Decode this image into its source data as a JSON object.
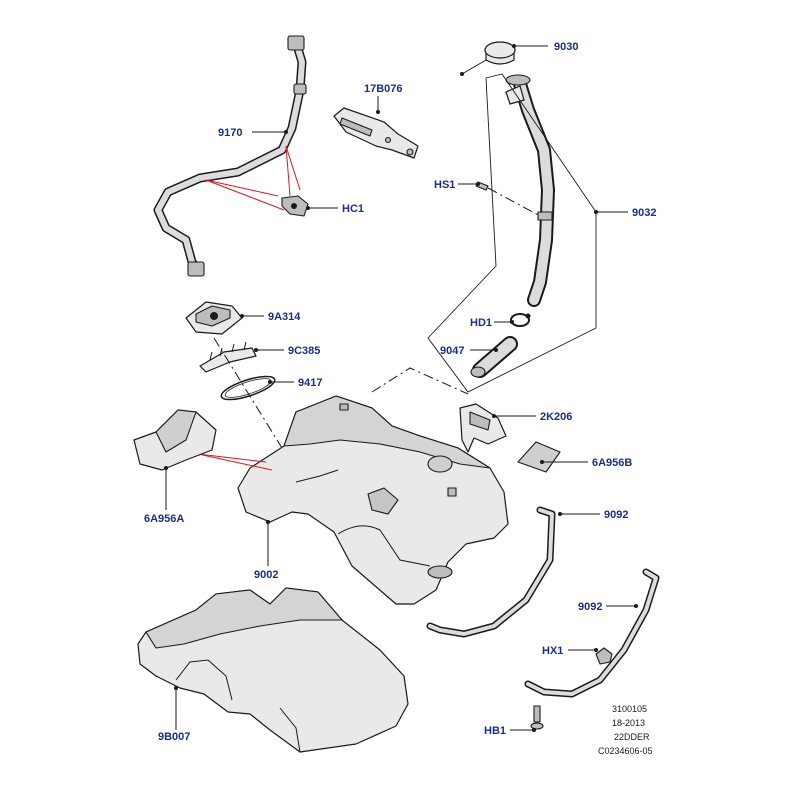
{
  "callouts": {
    "c9030": "9030",
    "c17B076": "17B076",
    "c9170": "9170",
    "cHS1": "HS1",
    "c9032": "9032",
    "cHC1": "HC1",
    "c9A314": "9A314",
    "cHD1": "HD1",
    "c9C385": "9C385",
    "c9047": "9047",
    "c9417": "9417",
    "c2K206": "2K206",
    "c6A956B": "6A956B",
    "c6A956A": "6A956A",
    "c9092a": "9092",
    "c9002": "9002",
    "c9092b": "9092",
    "cHX1": "HX1",
    "c9B007": "9B007",
    "cHB1": "HB1"
  },
  "reference": {
    "line1": "3100105",
    "line2": "18-2013",
    "line3": "22DDER",
    "line4": "C0234606-05"
  }
}
